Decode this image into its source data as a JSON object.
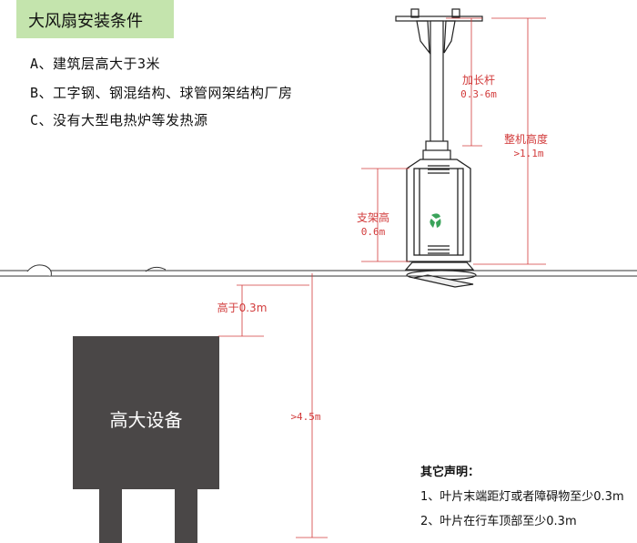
{
  "title": "大风扇安装条件",
  "conditions": [
    "A、建筑层高大于3米",
    "B、工字钢、钢混结构、球管网架结构厂房",
    "C、没有大型电热炉等发热源"
  ],
  "dimensions": {
    "extension_rod": {
      "name": "加长杆",
      "value": "0.3-6m"
    },
    "overall_height": {
      "name": "整机高度",
      "value": ">1.1m"
    },
    "bracket_height": {
      "name": "支架高",
      "value": "0.6m"
    },
    "clearance": "高于0.3m",
    "min_height": ">4.5m"
  },
  "equipment": "高大设备",
  "notes": {
    "heading": "其它声明：",
    "items": [
      "1、叶片末端距灯或者障碍物至少0.3m",
      "2、叶片在行车顶部至少0.3m"
    ]
  },
  "colors": {
    "title_bg": "#c4e4ad",
    "dimension": "#d23b3b",
    "equipment": "#4a4747",
    "logo": "#3aa35a"
  }
}
